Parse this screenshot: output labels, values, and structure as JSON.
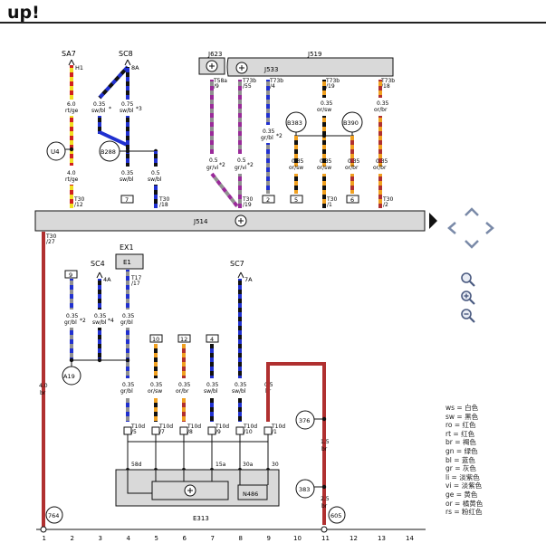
{
  "page": {
    "title": "up!"
  },
  "bus": {
    "label": "J514",
    "top_label": "J519",
    "sub_label": "J533",
    "left_label": "J623"
  },
  "components": {
    "sa7": "SA7",
    "h1": "H1",
    "sc8": "SC8",
    "8a": "8A",
    "u4": "U4",
    "b288": "B288",
    "b383": "B383",
    "b390": "B390",
    "a19": "A19",
    "ex1": "EX1",
    "e1": "E1",
    "sc4": "SC4",
    "4a": "4A",
    "sc7": "SC7",
    "7a": "7A",
    "e313": "E313",
    "n486": "N486",
    "c376": "376",
    "c383": "383",
    "c605": "605",
    "c764": "764"
  },
  "wires_top": [
    {
      "size": "6.0",
      "color": "rt/ge"
    },
    {
      "size": "4.0",
      "color": "rt/ge"
    },
    {
      "size": "0.35",
      "color": "sw/bl"
    },
    {
      "size": "0.75",
      "color": "sw/bl"
    },
    {
      "size": "0.35",
      "color": "sw/bl"
    },
    {
      "size": "0.5",
      "color": "sw/bl"
    },
    {
      "size": "0.5",
      "color": "gr/vi"
    },
    {
      "size": "0.5",
      "color": "gr/vi"
    },
    {
      "size": "0.35",
      "color": "gr/bl"
    },
    {
      "size": "0.35",
      "color": "or/sw"
    },
    {
      "size": "0.35",
      "color": "or/sw"
    },
    {
      "size": "0.35",
      "color": "or/br"
    },
    {
      "size": "0.35",
      "color": "or/br"
    },
    {
      "size": "0.35",
      "color": "or/br"
    }
  ],
  "connectors_top": {
    "t30_12": "T30\n/12",
    "t30_18": "T30\n/18",
    "t58a_9": "T58a\n/9",
    "t73b_55": "T73b\n/55",
    "t73b_4": "T73b\n/4",
    "t73b_19": "T73b\n/19",
    "t73b_18": "T73b\n/18",
    "t30_19": "T30\n/19",
    "t30_1": "T30\n/1",
    "t30_2": "T30\n/2",
    "t30_27": "T30\n/27",
    "t17_17": "T17\n/17"
  },
  "boxes_top": [
    "7",
    "2",
    "5",
    "6"
  ],
  "boxes_bottom": [
    "9",
    "10",
    "12",
    "4"
  ],
  "wires_bottom": [
    {
      "size": "4.0",
      "color": "br"
    },
    {
      "size": "0.35",
      "color": "gr/bl"
    },
    {
      "size": "0.35",
      "color": "sw/bl"
    },
    {
      "size": "0.35",
      "color": "gr/bl"
    },
    {
      "size": "0.35",
      "color": "gr/bl"
    },
    {
      "size": "0.35",
      "color": "or/sw"
    },
    {
      "size": "0.35",
      "color": "or/br"
    },
    {
      "size": "0.35",
      "color": "sw/bl"
    },
    {
      "size": "0.35",
      "color": "sw/bl"
    },
    {
      "size": "0.5",
      "color": "br"
    },
    {
      "size": "1.5",
      "color": "br"
    },
    {
      "size": "2.5",
      "color": "br"
    }
  ],
  "t10d_pins": [
    "5",
    "7",
    "8",
    "9",
    "10",
    "1"
  ],
  "e313_pins": [
    "58d",
    "15a",
    "30a",
    "30"
  ],
  "column_numbers": [
    "1",
    "2",
    "3",
    "4",
    "5",
    "6",
    "7",
    "8",
    "9",
    "10",
    "11",
    "12",
    "13",
    "14"
  ],
  "legend": [
    {
      "code": "ws",
      "meaning": "白色"
    },
    {
      "code": "sw",
      "meaning": "黑色"
    },
    {
      "code": "ro",
      "meaning": "红色"
    },
    {
      "code": "rt",
      "meaning": "红色"
    },
    {
      "code": "br",
      "meaning": "褐色"
    },
    {
      "code": "gn",
      "meaning": "绿色"
    },
    {
      "code": "bl",
      "meaning": "蓝色"
    },
    {
      "code": "gr",
      "meaning": "灰色"
    },
    {
      "code": "li",
      "meaning": "淡紫色"
    },
    {
      "code": "vi",
      "meaning": "淡紫色"
    },
    {
      "code": "ge",
      "meaning": "黄色"
    },
    {
      "code": "or",
      "meaning": "橘黄色"
    },
    {
      "code": "rs",
      "meaning": "粉红色"
    }
  ],
  "colors": {
    "bus_fill": "#d9d9d9",
    "brown": "#b03030",
    "blue": "#2030d0",
    "orange": "#f0a020",
    "gray": "#909090",
    "violet": "#9a2a9a",
    "yellow": "#f0e020",
    "red": "#d02020",
    "black": "#111111"
  },
  "icons": [
    "arrow-right-icon",
    "pan-up-icon",
    "pan-left-icon",
    "pan-right-icon",
    "pan-down-icon",
    "zoom-fit-icon",
    "zoom-in-icon",
    "zoom-out-icon"
  ]
}
